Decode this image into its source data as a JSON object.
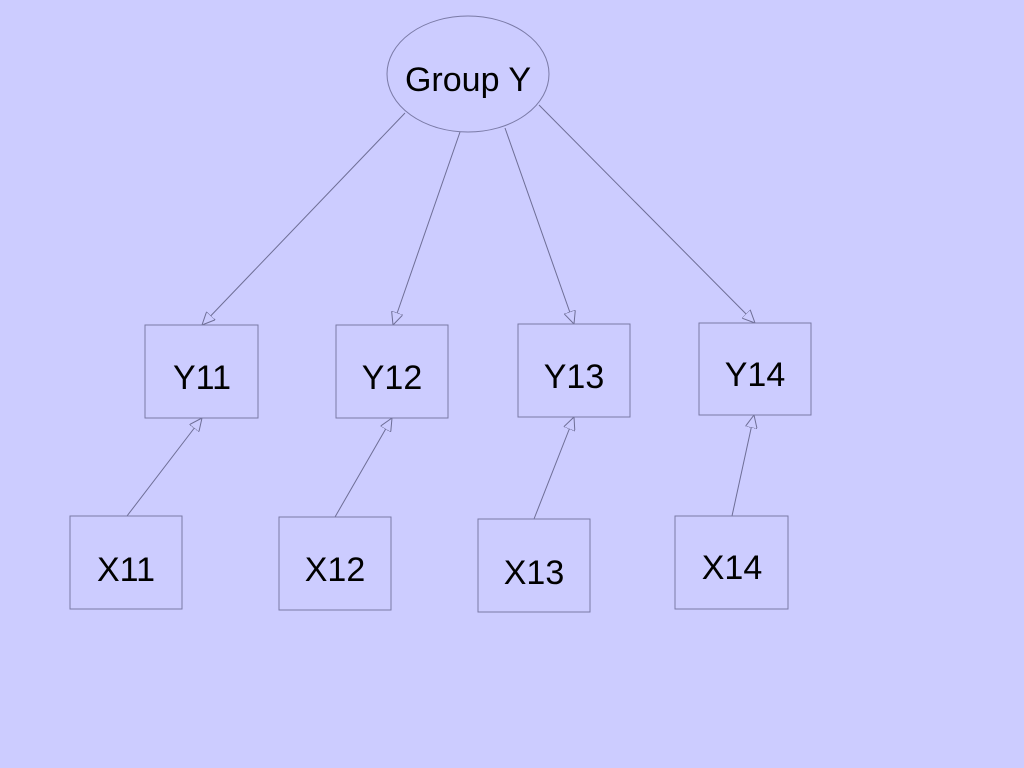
{
  "diagram": {
    "background_color": "#ccccff",
    "line_color": "#6e6e96",
    "node_border_color": "#7a7aa6",
    "root": {
      "label": "Group Y"
    },
    "y_nodes": [
      {
        "label": "Y11"
      },
      {
        "label": "Y12"
      },
      {
        "label": "Y13"
      },
      {
        "label": "Y14"
      }
    ],
    "x_nodes": [
      {
        "label": "X11"
      },
      {
        "label": "X12"
      },
      {
        "label": "X13"
      },
      {
        "label": "X14"
      }
    ],
    "edges": [
      {
        "from": "Group Y",
        "to": "Y11"
      },
      {
        "from": "Group Y",
        "to": "Y12"
      },
      {
        "from": "Group Y",
        "to": "Y13"
      },
      {
        "from": "Group Y",
        "to": "Y14"
      },
      {
        "from": "X11",
        "to": "Y11"
      },
      {
        "from": "X12",
        "to": "Y12"
      },
      {
        "from": "X13",
        "to": "Y13"
      },
      {
        "from": "X14",
        "to": "Y14"
      }
    ]
  }
}
